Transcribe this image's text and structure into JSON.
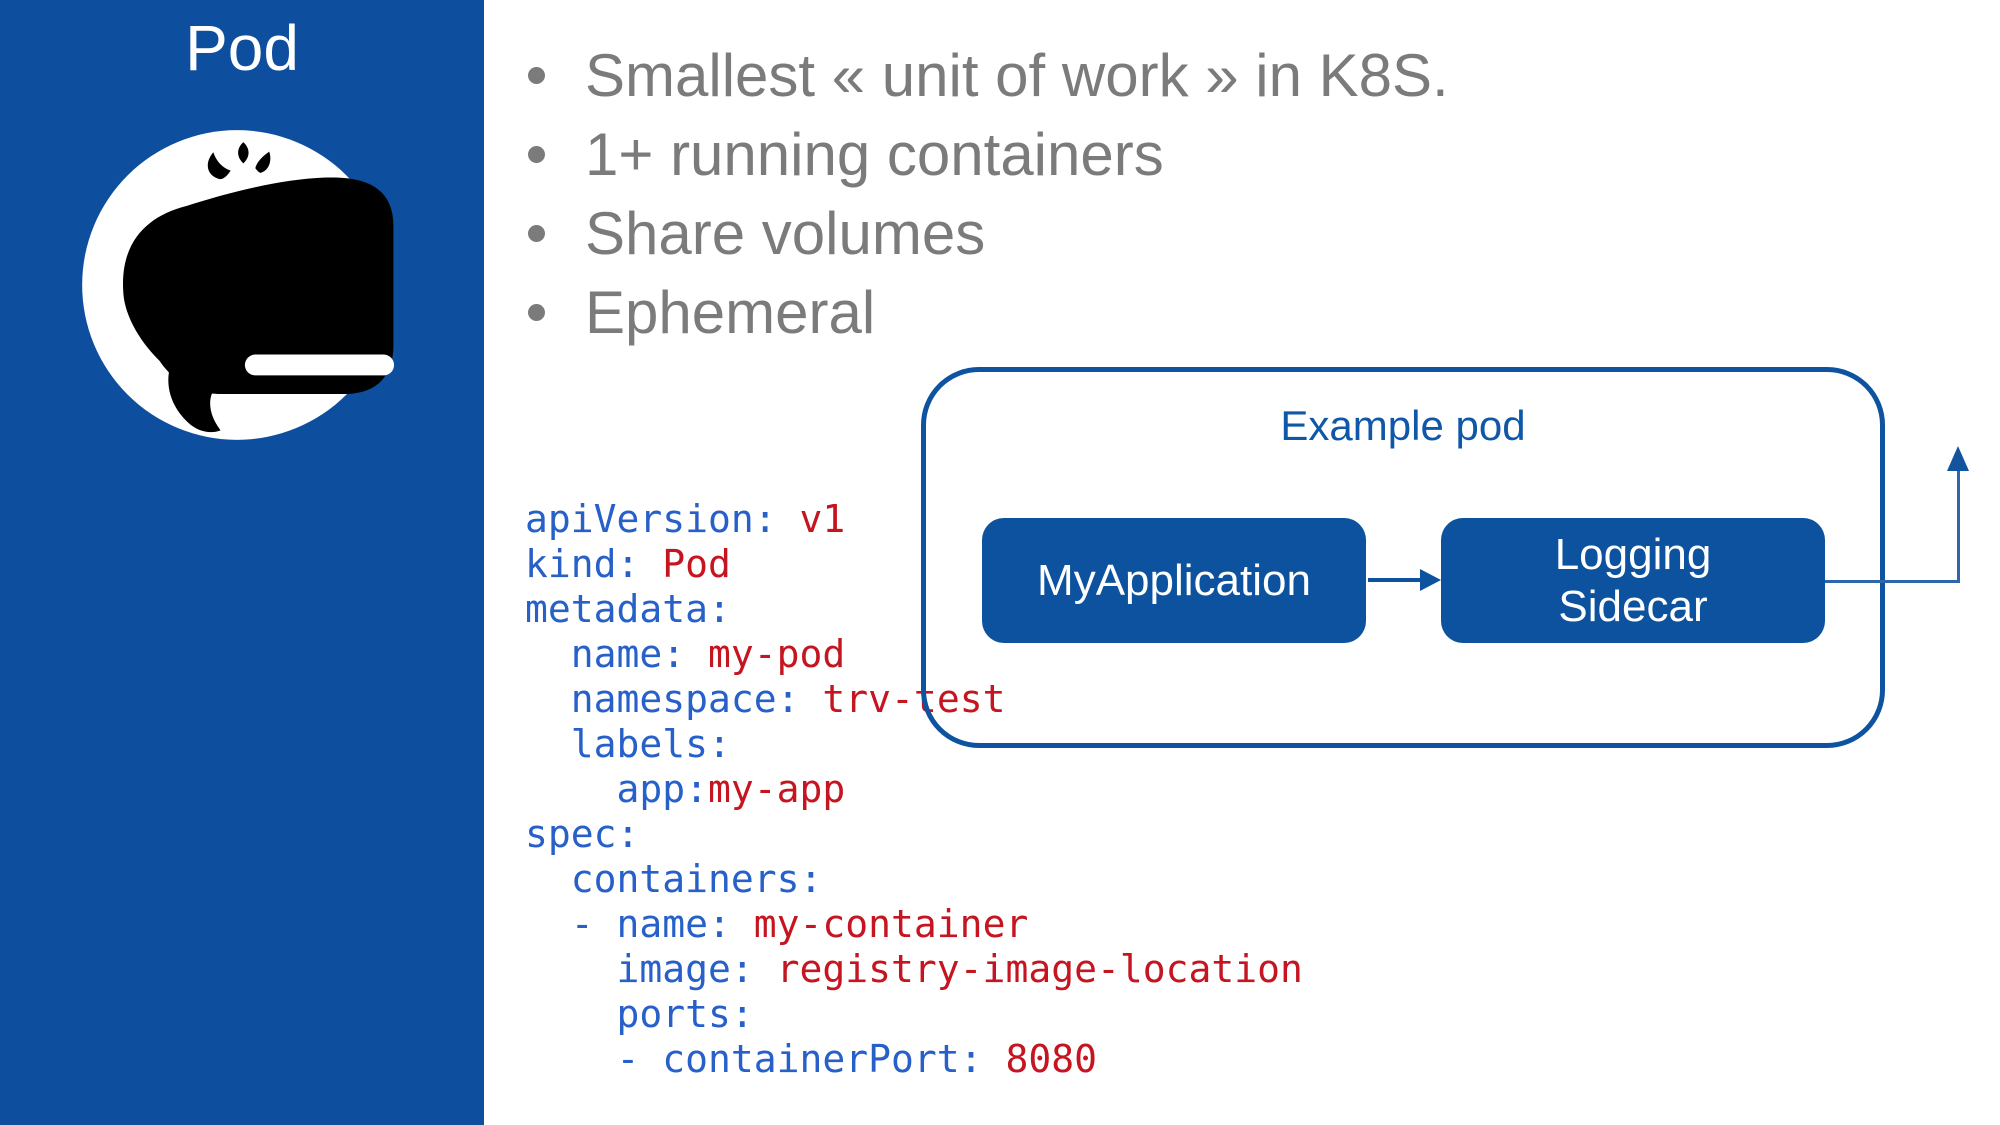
{
  "colors": {
    "sidebar_blue": "#0d4f9e",
    "box_blue": "#0d529e",
    "frame_blue": "#0d539f",
    "title_blue": "#0f57a8",
    "code_key": "#2760c8",
    "code_value": "#c41520",
    "bullet_gray": "#7b7b7b",
    "connector_blue": "#2e66ad"
  },
  "sidebar": {
    "title": "Pod",
    "icon": "whale-icon"
  },
  "bullets": [
    "Smallest « unit of work » in K8S.",
    "1+ running containers",
    "Share volumes",
    "Ephemeral"
  ],
  "yaml": {
    "lines": [
      {
        "segments": [
          {
            "text": "apiVersion:",
            "type": "key"
          },
          {
            "text": " v1",
            "type": "value"
          }
        ]
      },
      {
        "segments": [
          {
            "text": "kind:",
            "type": "key"
          },
          {
            "text": " Pod",
            "type": "value"
          }
        ]
      },
      {
        "segments": [
          {
            "text": "metadata:",
            "type": "key"
          }
        ]
      },
      {
        "segments": [
          {
            "text": "  name:",
            "type": "key"
          },
          {
            "text": " my-pod",
            "type": "value"
          }
        ]
      },
      {
        "segments": [
          {
            "text": "  namespace:",
            "type": "key"
          },
          {
            "text": " trv-test",
            "type": "value"
          }
        ]
      },
      {
        "segments": [
          {
            "text": "  labels:",
            "type": "key"
          }
        ]
      },
      {
        "segments": [
          {
            "text": "    app:",
            "type": "key"
          },
          {
            "text": "my-app",
            "type": "value"
          }
        ]
      },
      {
        "segments": [
          {
            "text": "spec:",
            "type": "key"
          }
        ]
      },
      {
        "segments": [
          {
            "text": "  containers:",
            "type": "key"
          }
        ]
      },
      {
        "segments": [
          {
            "text": "  - name:",
            "type": "key"
          },
          {
            "text": " my-container",
            "type": "value"
          }
        ]
      },
      {
        "segments": [
          {
            "text": "    image:",
            "type": "key"
          },
          {
            "text": " registry-image-location",
            "type": "value"
          }
        ]
      },
      {
        "segments": [
          {
            "text": "    ports:",
            "type": "key"
          }
        ]
      },
      {
        "segments": [
          {
            "text": "    - containerPort:",
            "type": "key"
          },
          {
            "text": " 8080",
            "type": "value"
          }
        ]
      }
    ]
  },
  "diagram": {
    "title": "Example pod",
    "boxes": [
      {
        "label": "MyApplication",
        "lines": [
          "MyApplication"
        ]
      },
      {
        "label": "Logging Sidecar",
        "lines": [
          "Logging",
          "Sidecar"
        ]
      }
    ]
  }
}
